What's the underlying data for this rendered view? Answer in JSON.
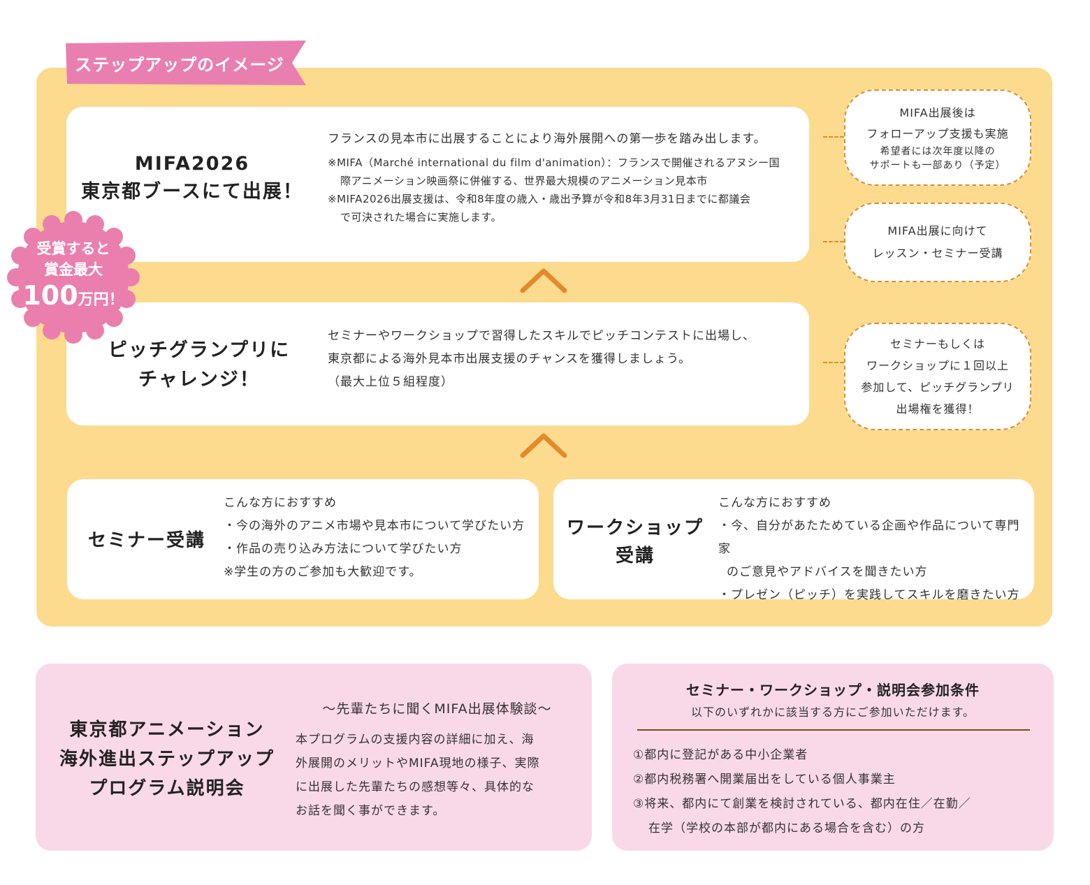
{
  "tag_label": "ステップアップのイメージ",
  "colors": {
    "panel": "#fcdb8f",
    "tag": "#e97fb0",
    "badge": "#ea7fae",
    "accent": "#e38b2a",
    "pink_box": "#f9d9e8"
  },
  "step1": {
    "title_line1": "MIFA2026",
    "title_line2": "東京都ブースにて出展！",
    "lead": "フランスの見本市に出展することにより海外展開への第一歩を踏み出します。",
    "note1_line1": "※MIFA（Marché international du film d'animation）：フランスで開催されるアヌシー国",
    "note1_line2": "際アニメーション映画祭に併催する、世界最大規模のアニメーション見本市",
    "note2_line1": "※MIFA2026出展支援は、令和8年度の歳入・歳出予算が令和8年3月31日までに都議会",
    "note2_line2": "で可決された場合に実施します。"
  },
  "bubble1": {
    "line1": "MIFA出展後は",
    "line2": "フォローアップ支援も実施",
    "small1": "希望者には次年度以降の",
    "small2": "サポートも一部あり（予定）"
  },
  "bubble2": {
    "line1": "MIFA出展に向けて",
    "line2": "レッスン・セミナー受講"
  },
  "badge": {
    "line1": "受賞すると",
    "line2": "賞金最大",
    "amount": "100",
    "unit": "万円！"
  },
  "step2": {
    "title_line1": "ピッチグランプリに",
    "title_line2": "チャレンジ！",
    "body_line1": "セミナーやワークショップで習得したスキルでピッチコンテストに出場し、",
    "body_line2": "東京都による海外見本市出展支援のチャンスを獲得しましょう。",
    "body_line3": "（最大上位５組程度）"
  },
  "bubble3": {
    "line1": "セミナーもしくは",
    "line2": "ワークショップに１回以上",
    "line3": "参加して、ピッチグランプリ",
    "line4": "出場権を獲得！"
  },
  "seminar": {
    "title": "セミナー受講",
    "recommend": "こんな方におすすめ",
    "item1": "・今の海外のアニメ市場や見本市について学びたい方",
    "item2": "・作品の売り込み方法について学びたい方",
    "item3": "※学生の方のご参加も大歓迎です。"
  },
  "workshop": {
    "title_line1": "ワークショップ",
    "title_line2": "受講",
    "recommend": "こんな方におすすめ",
    "item1_line1": "・今、自分があたためている企画や作品について専門家",
    "item1_line2": "のご意見やアドバイスを聞きたい方",
    "item2": "・プレゼン（ピッチ）を実践してスキルを磨きたい方"
  },
  "briefing": {
    "title_line1": "東京都アニメーション",
    "title_line2": "海外進出ステップアップ",
    "title_line3": "プログラム説明会",
    "subtitle": "～先輩たちに聞くMIFA出展体験談～",
    "body_line1": "本プログラムの支援内容の詳細に加え、海",
    "body_line2": "外展開のメリットやMIFA現地の様子、実際",
    "body_line3": "に出展した先輩たちの感想等々、具体的な",
    "body_line4": "お話を聞く事ができます。"
  },
  "conditions": {
    "title": "セミナー・ワークショップ・説明会参加条件",
    "subtitle": "以下のいずれかに該当する方にご参加いただけます。",
    "item1": "①都内に登記がある中小企業者",
    "item2": "②都内税務署へ開業届出をしている個人事業主",
    "item3_line1": "③将来、都内にて創業を検討されている、都内在住／在勤／",
    "item3_line2": "在学（学校の本部が都内にある場合を含む）の方"
  }
}
